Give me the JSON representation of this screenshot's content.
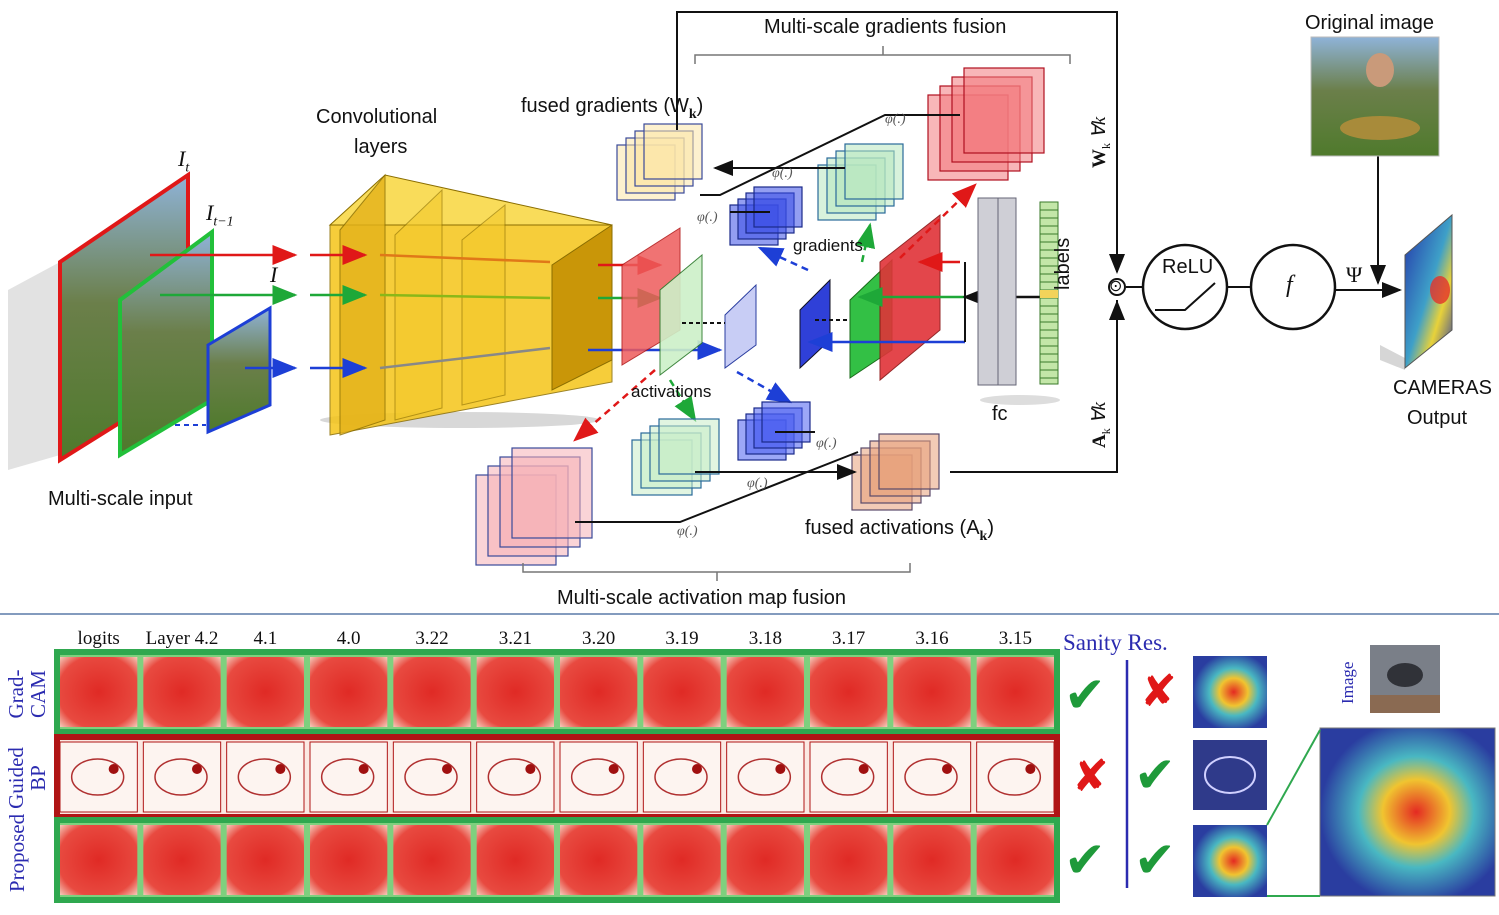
{
  "top_labels": {
    "multiscale_input": "Multi-scale input",
    "conv_line1": "Convolutional",
    "conv_line2": "layers",
    "grad_fusion": "Multi-scale gradients fusion",
    "fused_gradients": "fused gradients (W",
    "gradients": "gradients",
    "activations": "activations",
    "act_fusion": "Multi-scale activation map fusion",
    "fused_activations": "fused activations (A",
    "fc": "fc",
    "labels": "labels",
    "relu": "ReLU",
    "f": "f",
    "psi": "Ψ",
    "odot": "⊙",
    "original_image": "Original image",
    "cameras_line1": "CAMERAS",
    "cameras_line2": "Output",
    "It": "I",
    "It_sub": "t",
    "It1": "I",
    "It1_sub": "t−1",
    "I": "I",
    "phi": "φ(.)",
    "wk_side": "W",
    "ak_side": "A",
    "forall_k": "∀k",
    "k_sub": "k",
    "star": "*",
    "paren_close": ")"
  },
  "bottom": {
    "columns": [
      "logits",
      "Layer 4.2",
      "4.1",
      "4.0",
      "3.22",
      "3.21",
      "3.20",
      "3.19",
      "3.18",
      "3.17",
      "3.16",
      "3.15"
    ],
    "rows": [
      {
        "label_line1": "Grad-",
        "label_line2": "CAM",
        "frame_color": "#2fa84f"
      },
      {
        "label_line1": "Guided",
        "label_line2": "BP",
        "frame_color": "#b01515"
      },
      {
        "label_line1": "Proposed",
        "label_line2": "",
        "frame_color": "#2fa84f"
      }
    ],
    "sanity_title": "Sanity Res.",
    "sanity_marks": [
      [
        "check-icon",
        "cross-icon"
      ],
      [
        "cross-icon",
        "check-icon"
      ],
      [
        "check-icon",
        "check-icon"
      ]
    ],
    "image_label": "Image"
  },
  "colors": {
    "red": "#e8262b",
    "green": "#22b33a",
    "blue": "#1d3fd6",
    "yellow": "#f5c518",
    "heat": "#e23b35"
  }
}
